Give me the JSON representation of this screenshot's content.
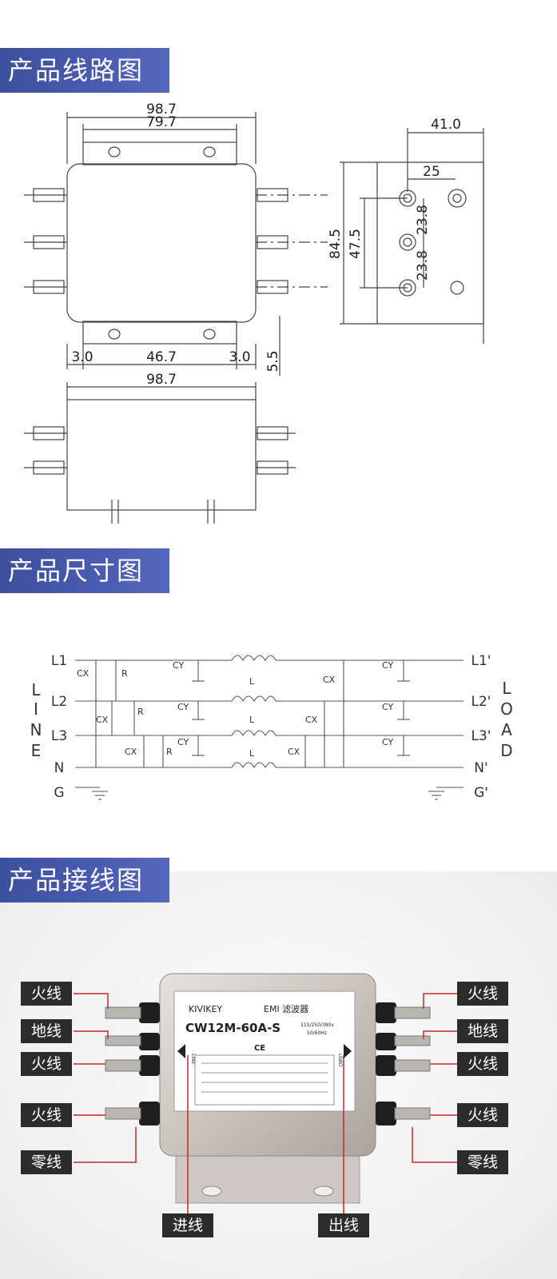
{
  "sections": {
    "wiring_title": "产品线路图",
    "dimension_title": "产品尺寸图",
    "connection_title": "产品接线图"
  },
  "drawing": {
    "dim_total_width": "98.7",
    "dim_inner_width": "79.7",
    "dim_left_offset": "3.0",
    "dim_hole_spacing": "46.7",
    "dim_right_offset": "3.0",
    "dim_flange": "5.5",
    "dim_bottom_width": "98.7",
    "dim_side_depth": "41.0",
    "dim_terminal_offset": "25",
    "dim_height": "84.5",
    "dim_terminal_span": "47.5",
    "dim_pitch_top": "23.8",
    "dim_pitch_bottom": "23.8"
  },
  "schematic": {
    "line_letters": [
      "L",
      "I",
      "N",
      "E"
    ],
    "load_letters": [
      "L",
      "O",
      "A",
      "D"
    ],
    "inputs": [
      "L1",
      "L2",
      "L3",
      "N",
      "G"
    ],
    "outputs": [
      "L1'",
      "L2'",
      "L3'",
      "N'",
      "G'"
    ],
    "cx": "CX",
    "cy": "CY",
    "r": "R",
    "coil": "L"
  },
  "product": {
    "brand": "KIVIKEY",
    "type": "EMI 滤波器",
    "model": "CW12M-60A-S",
    "voltage": "115/250/380v",
    "freq": "50/60Hz",
    "ce": "CE",
    "label_line": "LINE",
    "label_load": "LOAD"
  },
  "callouts": {
    "left": [
      "火线",
      "地线",
      "火线",
      "火线",
      "零线"
    ],
    "right": [
      "火线",
      "地线",
      "火线",
      "火线",
      "零线"
    ],
    "in": "进线",
    "out": "出线"
  }
}
